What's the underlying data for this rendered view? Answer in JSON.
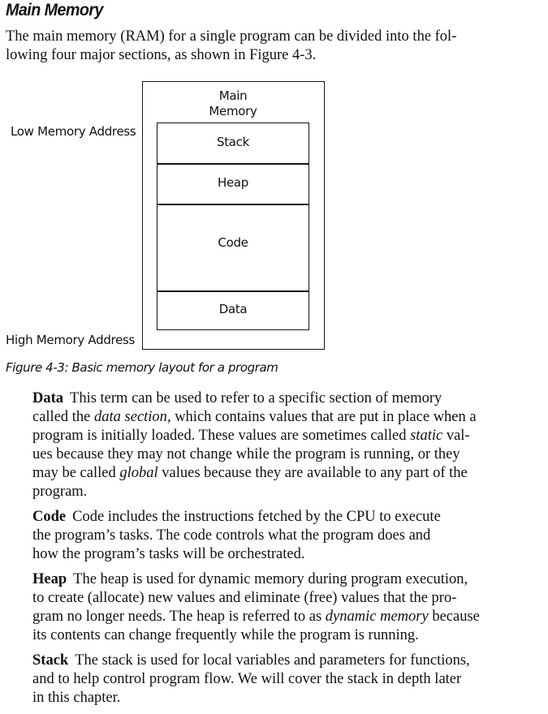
{
  "heading": "Main Memory",
  "intro": {
    "line1": "The main memory (RAM) for a single program can be divided into the fol-",
    "line2": "lowing four major sections, as shown in Figure 4-3."
  },
  "diagram": {
    "title": "Main Memory",
    "sections": [
      "Stack",
      "Heap",
      "Code",
      "Data"
    ],
    "low_address_label": "Low Memory Address",
    "high_address_label": "High Memory Address"
  },
  "caption": "Figure 4-3: Basic memory layout for a program",
  "definitions": [
    {
      "term": "Data",
      "l1": "This term can be used to refer to a specific section of memory",
      "l2a": "called the ",
      "l2em": "data section",
      "l2b": ", which contains values that are put in place when a",
      "l3": "program is initially loaded. These values are sometimes called ",
      "l3em": "static",
      "l3b": " val-",
      "l4": "ues because they may not change while the program is running, or they",
      "l5a": "may be called ",
      "l5em": "global",
      "l5b": " values because they are available to any part of the",
      "l6": "program."
    },
    {
      "term": "Code",
      "l1": "Code includes the instructions fetched by the CPU to execute",
      "l2": "the program’s tasks. The code controls what the program does and",
      "l3": "how the program’s tasks will be orchestrated."
    },
    {
      "term": "Heap",
      "l1": "The heap is used for dynamic memory during program execution,",
      "l2": "to create (allocate) new values and eliminate (free) values that the pro-",
      "l3a": "gram no longer needs. The heap is referred to as ",
      "l3em": "dynamic memory",
      "l3b": " because",
      "l4": "its contents can change frequently while the program is running."
    },
    {
      "term": "Stack",
      "l1": "The stack is used for local variables and parameters for functions,",
      "l2": "and to help control program flow. We will cover the stack in depth later",
      "l3": "in this chapter."
    }
  ]
}
